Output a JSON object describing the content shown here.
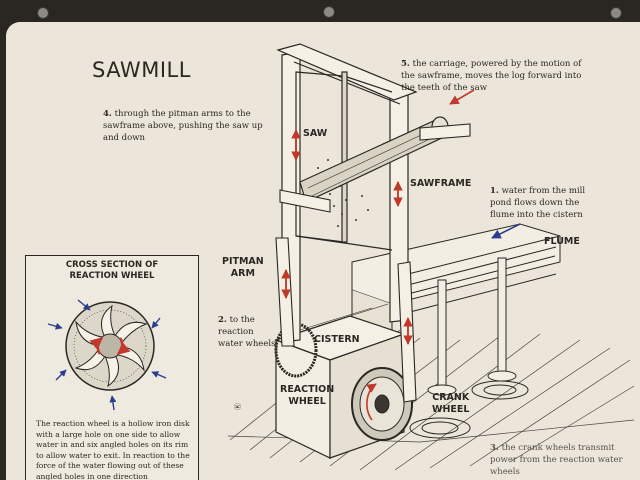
{
  "title": "SAWMILL",
  "steps": {
    "s1": {
      "num": "1.",
      "text": "water from the mill pond flows down the flume into the cistern"
    },
    "s2": {
      "num": "2.",
      "text": "to the reaction water wheels"
    },
    "s3": {
      "num": "3.",
      "text": "the crank wheels transmit power from the reaction water wheels"
    },
    "s4": {
      "num": "4.",
      "text": "through the pitman arms to the sawframe above, pushing the saw up and down"
    },
    "s5": {
      "num": "5.",
      "text": "the carriage, powered by the motion of the sawframe, moves the log forward into the teeth of the saw"
    }
  },
  "labels": {
    "saw": "SAW",
    "sawframe": "SAWFRAME",
    "flume": "FLUME",
    "pitman": "PITMAN\nARM",
    "cistern": "CISTERN",
    "reaction": "REACTION\nWHEEL",
    "crank": "CRANK\nWHEEL"
  },
  "inset": {
    "title": "CROSS SECTION OF\nREACTION WHEEL",
    "text": "The reaction wheel is a hollow iron disk with a large hole on one side to allow water in and six angled holes on its rim to allow water to exit. In reaction to the force of the water flowing out of these angled holes in one direction (counterclockwise), the wheel"
  },
  "colors": {
    "panel": "#ebe6d9",
    "ink": "#2b2824",
    "arrow_red": "#c0392b",
    "arrow_blue": "#2a3d8f"
  }
}
